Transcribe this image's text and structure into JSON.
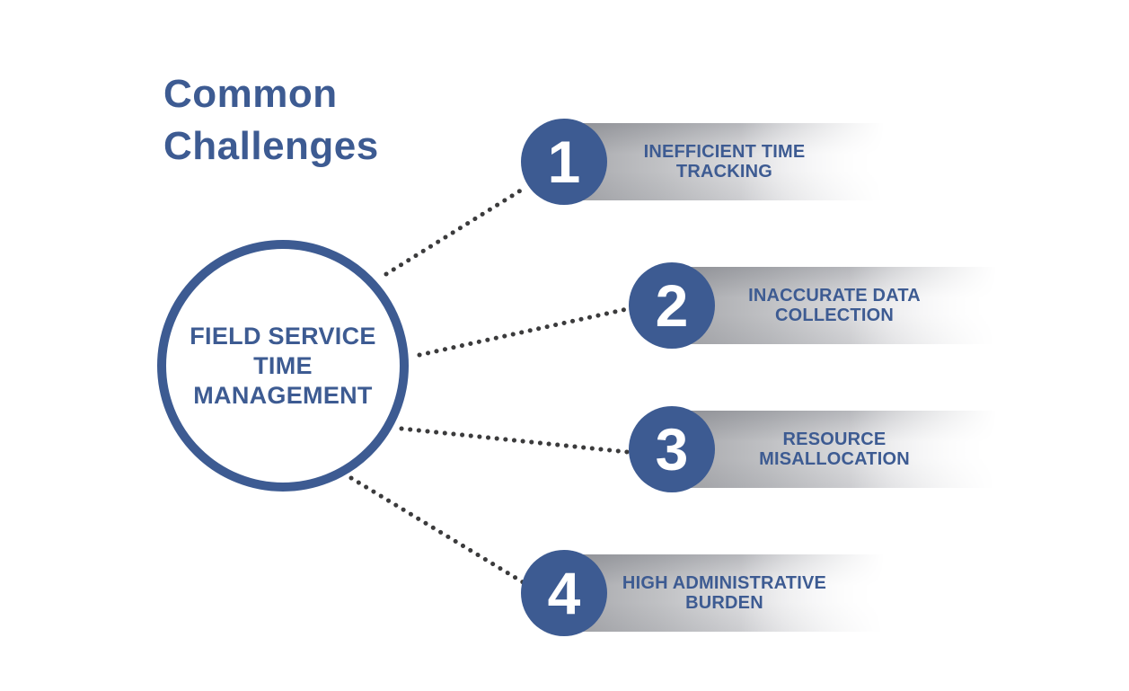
{
  "title": {
    "lines": [
      "Common",
      "Challenges"
    ]
  },
  "center_circle": {
    "lines": [
      "FIELD SERVICE",
      "TIME",
      "MANAGEMENT"
    ]
  },
  "items": [
    {
      "number": "1",
      "label_line1": "INEFFICIENT TIME",
      "label_line2": "TRACKING"
    },
    {
      "number": "2",
      "label_line1": "INACCURATE DATA",
      "label_line2": "COLLECTION"
    },
    {
      "number": "3",
      "label_line1": "RESOURCE",
      "label_line2": "MISALLOCATION"
    },
    {
      "number": "4",
      "label_line1": "HIGH ADMINISTRATIVE",
      "label_line2": "BURDEN"
    }
  ],
  "colors": {
    "primary_blue": "#3d5b92",
    "bar_gray": "#a6a7ab",
    "dot_gray": "#3b3b3c",
    "background": "#ffffff"
  }
}
